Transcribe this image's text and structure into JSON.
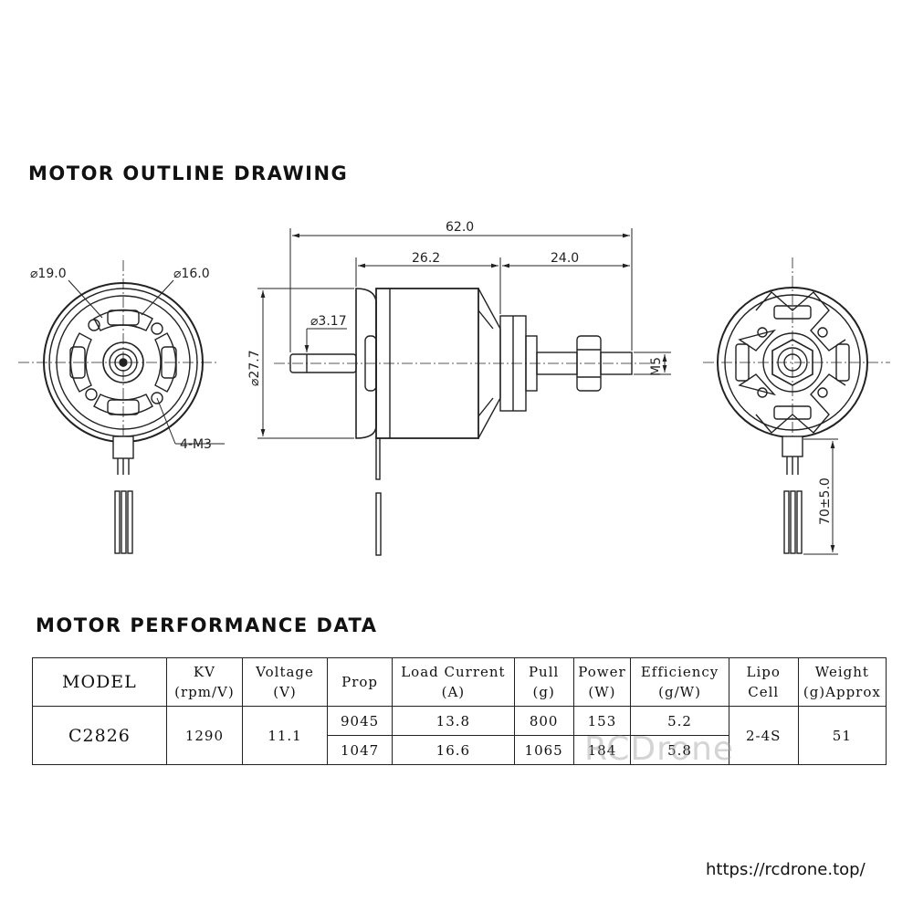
{
  "outline": {
    "title": "MOTOR OUTLINE DRAWING",
    "dims": {
      "total_length": "62.0",
      "body_length": "26.2",
      "shaft_length": "24.0",
      "body_diameter": "⌀27.7",
      "shaft_diameter": "⌀3.17",
      "thread": "M5",
      "pcd_outer": "⌀19.0",
      "pcd_inner": "⌀16.0",
      "mount_holes": "4-M3",
      "lead_length": "70±5.0"
    }
  },
  "performance": {
    "title": "MOTOR PERFORMANCE DATA",
    "headers": {
      "model": "MODEL",
      "kv_1": "KV",
      "kv_2": "(rpm/V)",
      "voltage_1": "Voltage",
      "voltage_2": "(V)",
      "prop": "Prop",
      "current_1": "Load Current",
      "current_2": "(A)",
      "pull_1": "Pull",
      "pull_2": "(g)",
      "power_1": "Power",
      "power_2": "(W)",
      "eff_1": "Efficiency",
      "eff_2": "(g/W)",
      "lipo_1": "Lipo",
      "lipo_2": "Cell",
      "weight_1": "Weight",
      "weight_2": "(g)Approx"
    },
    "model": "C2826",
    "kv": "1290",
    "voltage": "11.1",
    "lipo": "2-4S",
    "weight": "51",
    "rows": [
      {
        "prop": "9045",
        "current": "13.8",
        "pull": "800",
        "power": "153",
        "eff": "5.2"
      },
      {
        "prop": "1047",
        "current": "16.6",
        "pull": "1065",
        "power": "184",
        "eff": "5.8"
      }
    ]
  },
  "watermark": "RCDrone",
  "footer_url": "https://rcdrone.top/"
}
